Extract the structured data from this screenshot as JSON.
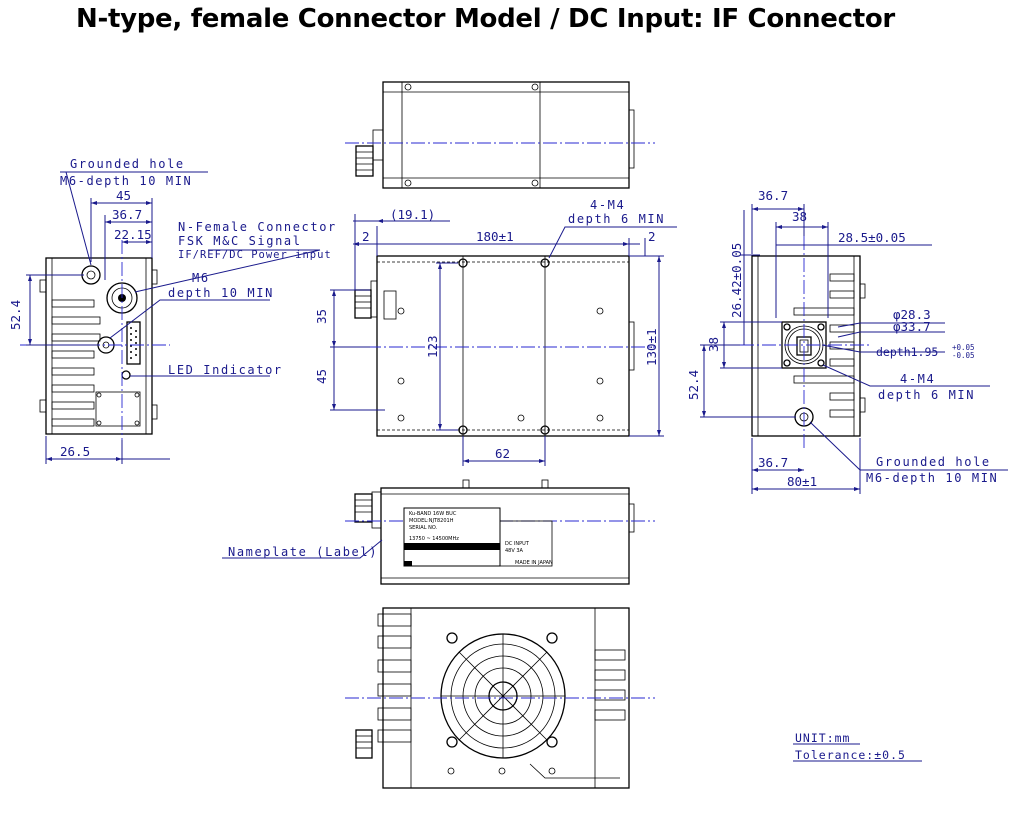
{
  "title": "N-type, female Connector Model / DC Input: IF Connector",
  "labels": {
    "grounded_hole_left_1": "Grounded hole",
    "grounded_hole_left_2": "M6-depth 10 MIN",
    "n_female_1": "N-Female Connector",
    "n_female_2": "FSK M&C Signal",
    "n_female_3": "IF/REF/DC Power input",
    "m6_1": "M6",
    "m6_2": "depth 10 MIN",
    "led": "LED Indicator",
    "m4_top_1": "4-M4",
    "m4_top_2": "depth 6 MIN",
    "m4_right_1": "4-M4",
    "m4_right_2": "depth 6 MIN",
    "grounded_hole_right_1": "Grounded hole",
    "grounded_hole_right_2": "M6-depth 10 MIN",
    "nameplate": "Nameplate (Label)",
    "unit": "UNIT:mm",
    "tolerance": "Tolerance:±0.5"
  },
  "dims": {
    "d45": "45",
    "d36_7_left": "36.7",
    "d22_15": "22.15",
    "d52_4_left": "52.4",
    "d26_5": "26.5",
    "d19_1": "(19.1)",
    "d2_left": "2",
    "d180": "180±1",
    "d2_right": "2",
    "d35": "35",
    "d45_vert": "45",
    "d123": "123",
    "d130": "130±1",
    "d62": "62",
    "d36_7_right_top": "36.7",
    "d38_top": "38",
    "d28_5": "28.5±0.05",
    "d26_42": "26.42±0.05",
    "phi28_3": "φ28.3",
    "phi33_7": "φ33.7",
    "depth195": "depth1.95",
    "depth_sup": "+0.05",
    "depth_sub": "-0.05",
    "d38_vert": "38",
    "d52_4_right": "52.4",
    "d36_7_right_bottom": "36.7",
    "d80": "80±1"
  },
  "nameplate": {
    "line1": "Ku-BAND 16W BUC",
    "line2": "MODEL:NJT8201H",
    "line3": "SERIAL NO.",
    "line4": "13750 ~ 14500MHz",
    "line5": "DC INPUT",
    "line6": "48V   3A",
    "line7": "MADE IN JAPAN"
  },
  "colors": {
    "annotation": "#1a1a8c",
    "centerline": "#2a2ad0",
    "drawing": "#000000"
  }
}
